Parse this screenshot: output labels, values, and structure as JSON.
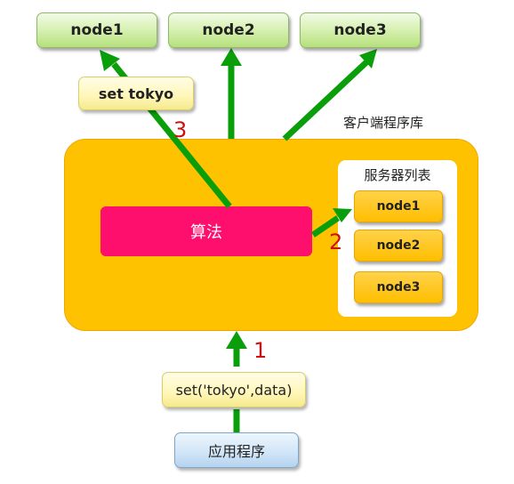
{
  "top_nodes": [
    "node1",
    "node2",
    "node3"
  ],
  "client_lib_label": "客户端程序库",
  "server_list": {
    "title": "服务器列表",
    "nodes": [
      "node1",
      "node2",
      "node3"
    ]
  },
  "algorithm_label": "算法",
  "set_tokyo_label": "set tokyo",
  "set_call_label": "set('tokyo',data)",
  "app_label": "应用程序",
  "steps": [
    "1",
    "2",
    "3"
  ],
  "colors": {
    "arrow": "#0b9e0b",
    "client_lib": "#ffc200",
    "algorithm": "#ff0f6d",
    "step_number": "#cc1111"
  }
}
